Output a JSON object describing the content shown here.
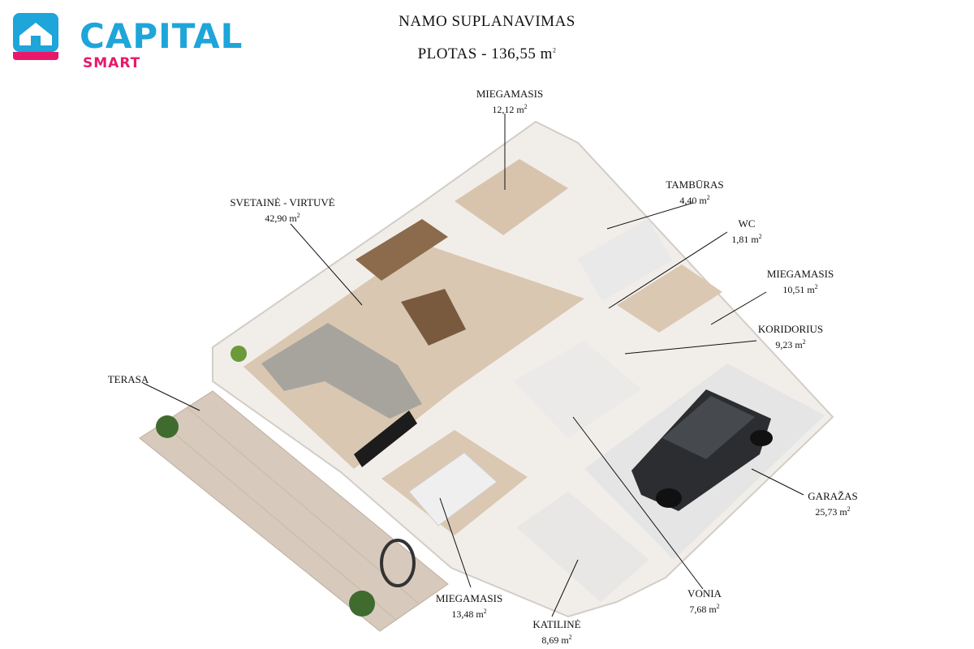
{
  "brand": {
    "name": "CAPITAL",
    "sub": "SMART",
    "color_main": "#1ea5d9",
    "color_accent": "#e8196a"
  },
  "title": "NAMO SUPLANAVIMAS",
  "area": {
    "label": "PLOTAS - 136,55 m",
    "unit_sup": "2"
  },
  "rooms": [
    {
      "name": "MIEGAMASIS",
      "area": "12,12 m"
    },
    {
      "name": "SVETAINĖ - VIRTUVĖ",
      "area": "42,90 m"
    },
    {
      "name": "TAMBŪRAS",
      "area": "4,40 m"
    },
    {
      "name": "WC",
      "area": "1,81 m"
    },
    {
      "name": "MIEGAMASIS",
      "area": "10,51 m"
    },
    {
      "name": "KORIDORIUS",
      "area": "9,23 m"
    },
    {
      "name": "TERASA",
      "area": ""
    },
    {
      "name": "GARAŽAS",
      "area": "25,73 m"
    },
    {
      "name": "VONIA",
      "area": "7,68 m"
    },
    {
      "name": "MIEGAMASIS",
      "area": "13,48 m"
    },
    {
      "name": "KATILINĖ",
      "area": "8,69 m"
    }
  ],
  "sup": "2"
}
